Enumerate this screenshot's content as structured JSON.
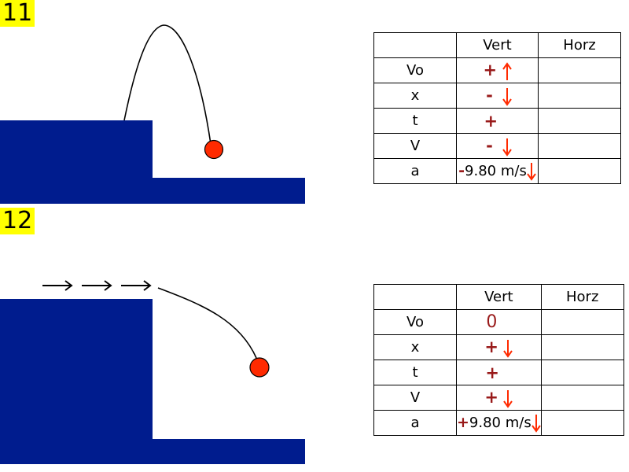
{
  "problems": [
    {
      "label": "11",
      "table": {
        "headers": [
          "",
          "Vert",
          "Horz"
        ],
        "rows": [
          {
            "name": "Vo",
            "sign": "+",
            "arrow": "up",
            "horz": ""
          },
          {
            "name": "x",
            "sign": "-",
            "arrow": "down",
            "horz": ""
          },
          {
            "name": "t",
            "sign": "+",
            "arrow": "none",
            "horz": ""
          },
          {
            "name": "V",
            "sign": "-",
            "arrow": "down",
            "horz": ""
          },
          {
            "name": "a",
            "sign": "-",
            "value": "9.80 m/s",
            "arrow": "down",
            "horz": ""
          }
        ]
      }
    },
    {
      "label": "12",
      "table": {
        "headers": [
          "",
          "Vert",
          "Horz"
        ],
        "rows": [
          {
            "name": "Vo",
            "sign": "0",
            "arrow": "none",
            "horz": ""
          },
          {
            "name": "x",
            "sign": "+",
            "arrow": "down",
            "horz": ""
          },
          {
            "name": "t",
            "sign": "+",
            "arrow": "none",
            "horz": ""
          },
          {
            "name": "V",
            "sign": "+",
            "arrow": "down",
            "horz": ""
          },
          {
            "name": "a",
            "sign": "+",
            "value": "9.80 m/s",
            "arrow": "down",
            "horz": ""
          }
        ]
      }
    }
  ],
  "colors": {
    "cliff": "#001c8e",
    "ball": "#ff2a00",
    "sign": "#991a1a",
    "arrow": "#ff2a00",
    "label_bg": "#ffff00"
  }
}
